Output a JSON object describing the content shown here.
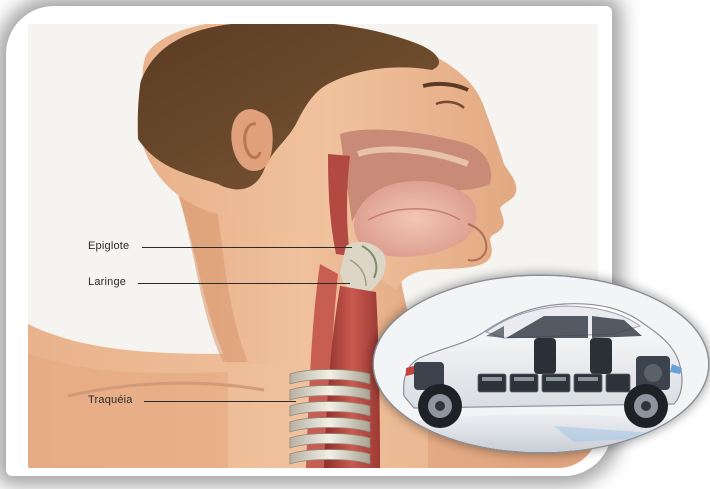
{
  "anatomy": {
    "labels": [
      {
        "id": "epiglote",
        "text": "Epiglote"
      },
      {
        "id": "laringe",
        "text": "Laringe"
      },
      {
        "id": "traqueia",
        "text": "Traquéia"
      }
    ]
  },
  "colors": {
    "skin": "#e9b58f",
    "skin_shadow": "#c98a66",
    "hair": "#6b4a2e",
    "trachea": "#b3453e",
    "cartilage": "#d9d4c8",
    "car_body": "#f2f3f5",
    "battery": "#2e333a"
  },
  "icons": [
    "car-image",
    "head-neck-illustration"
  ]
}
